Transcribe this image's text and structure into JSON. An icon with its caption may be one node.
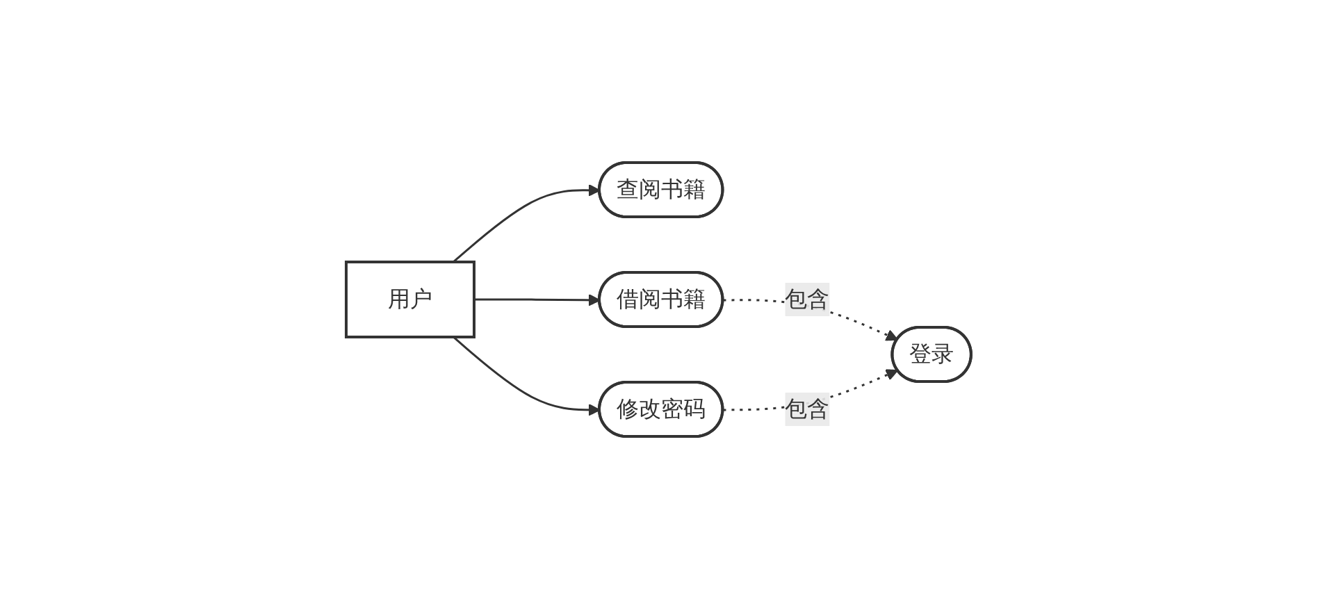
{
  "diagram": {
    "nodes": [
      {
        "text": [
          "用户"
        ]
      },
      {
        "text": [
          "查阅书籍"
        ]
      },
      {
        "text": [
          "借阅书籍"
        ]
      },
      {
        "text": [
          "修改密码"
        ]
      },
      {
        "text": [
          "登录"
        ]
      }
    ],
    "edges": [
      {
        "from": 0,
        "to": 1,
        "arrow": "to"
      },
      {
        "from": 0,
        "to": 2,
        "arrow": "to"
      },
      {
        "from": 0,
        "to": 3,
        "arrow": "to"
      },
      {
        "from": 2,
        "to": 4,
        "arrow": "to",
        "label": "包含",
        "style": "dashed"
      },
      {
        "from": 3,
        "to": 4,
        "arrow": "to",
        "label": "包含",
        "style": "dashed"
      }
    ]
  }
}
